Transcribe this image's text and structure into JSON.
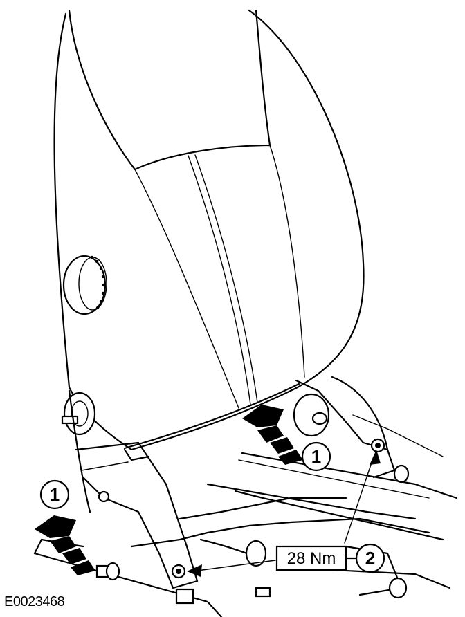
{
  "figure": {
    "reference_code": "E0023468",
    "torque_label": "28 Nm",
    "callouts": [
      {
        "number": "1",
        "meaning": ""
      },
      {
        "number": "1",
        "meaning": ""
      },
      {
        "number": "2",
        "meaning": ""
      }
    ]
  }
}
